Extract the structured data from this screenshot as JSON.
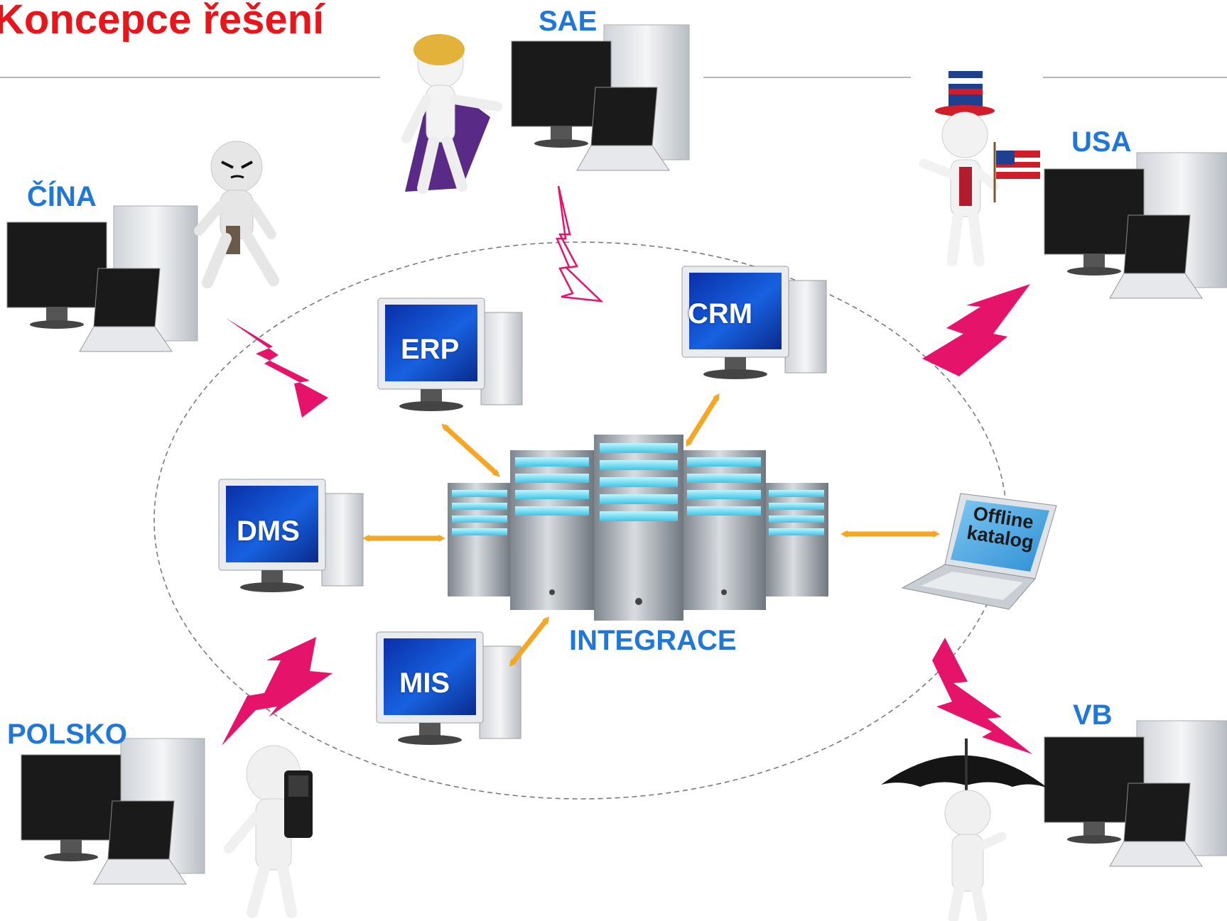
{
  "title": "Koncepce řešení",
  "center_label": "INTEGRACE",
  "systems": {
    "erp": "ERP",
    "crm": "CRM",
    "dms": "DMS",
    "mis": "MIS",
    "offline_line1": "Offline",
    "offline_line2": "katalog"
  },
  "countries": {
    "sae": "SAE",
    "cina": "ČÍNA",
    "usa": "USA",
    "polsko": "POLSKO",
    "vb": "VB"
  },
  "colors": {
    "title": "#e8151a",
    "labels": "#1f78d8",
    "arrows": "#f5a623",
    "bolts": "#e6136b",
    "screen": "#0b3fc4"
  }
}
